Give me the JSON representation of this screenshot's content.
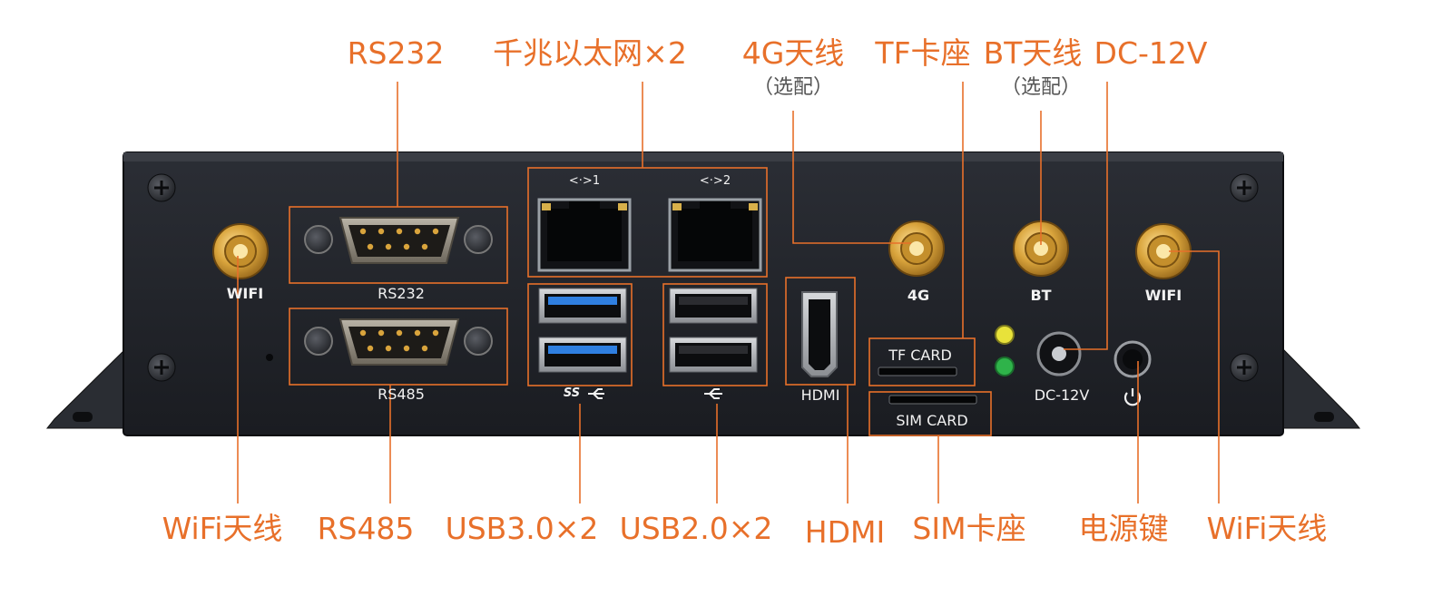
{
  "callouts": {
    "rs232": "RS232",
    "gigabit_ethernet": "千兆以太网×2",
    "antenna_4g": "4G天线",
    "tf_slot": "TF卡座",
    "antenna_bt": "BT天线",
    "dc_12v": "DC-12V",
    "optional_4g": "（选配）",
    "optional_bt": "（选配）",
    "wifi_antenna_left": "WiFi天线",
    "rs485": "RS485",
    "usb3": "USB3.0×2",
    "usb2": "USB2.0×2",
    "hdmi": "HDMI",
    "sim_slot": "SIM卡座",
    "power_key": "电源键",
    "wifi_antenna_right": "WiFi天线"
  },
  "panel_labels": {
    "wifi_left": "WIFI",
    "rs232": "RS232",
    "rs485": "RS485",
    "lan1": "<·>1",
    "lan2": "<·>2",
    "usb3_logo": "SS",
    "hdmi": "HDMI",
    "ant_4g": "4G",
    "ant_bt": "BT",
    "wifi_right": "WIFI",
    "tf_card": "TF CARD",
    "sim_card": "SIM CARD",
    "dc_12v": "DC-12V"
  },
  "colors": {
    "accent": "#e8702a",
    "chassis": "#23262c",
    "chassis_edge": "#101114",
    "label_on_panel": "#f2f2f2",
    "gold": "#d9a43c",
    "usb3_blue": "#2f7fe0",
    "led_yellow": "#e8e23a",
    "led_green": "#2fb34a"
  },
  "icons": {
    "usb": "usb-trident-icon",
    "power": "power-icon"
  }
}
